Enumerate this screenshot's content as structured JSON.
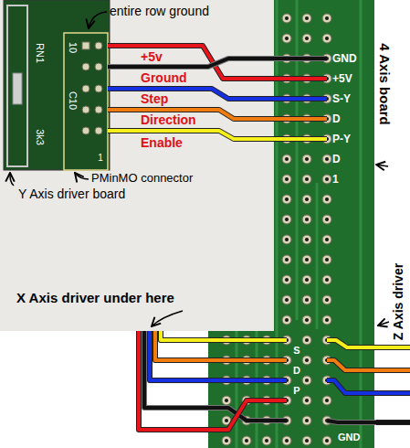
{
  "diagram": {
    "nodes": [
      {
        "text": [
          "Y Axis driver board",
          "RN1",
          "3k3"
        ]
      },
      {
        "text": [
          "PMinMO connector",
          "10",
          "C10",
          "1"
        ],
        "in": 0
      },
      {
        "text": [
          "4 Axis board"
        ]
      },
      {
        "text": [
          "X Axis driver under here"
        ]
      },
      {
        "text": [
          "Z Axis driver"
        ]
      }
    ],
    "edges": [
      {
        "from": 1,
        "to": 2,
        "arrow": "none",
        "label": "+5v"
      },
      {
        "from": 1,
        "to": 2,
        "arrow": "none",
        "label": "Ground"
      },
      {
        "from": 1,
        "to": 2,
        "arrow": "none",
        "label": "Step"
      },
      {
        "from": 1,
        "to": 2,
        "arrow": "none",
        "label": "Direction"
      },
      {
        "from": 1,
        "to": 2,
        "arrow": "none",
        "label": "Enable"
      },
      {
        "from": 3,
        "to": 2,
        "arrow": "none"
      },
      {
        "from": 3,
        "to": 2,
        "arrow": "none"
      },
      {
        "from": 3,
        "to": 2,
        "arrow": "none"
      },
      {
        "from": 3,
        "to": 2,
        "arrow": "none"
      },
      {
        "from": 3,
        "to": 2,
        "arrow": "none"
      },
      {
        "from": 4,
        "to": 2,
        "arrow": "none"
      },
      {
        "from": 4,
        "to": 2,
        "arrow": "none"
      },
      {
        "from": 4,
        "to": 2,
        "arrow": "none"
      },
      {
        "from": 4,
        "to": 2,
        "arrow": "none"
      }
    ],
    "labels": [
      "entire row ground",
      "GND",
      "+5V",
      "S-Y",
      "D",
      "P-Y",
      "D",
      "1",
      "S",
      "D",
      "P",
      "GND"
    ]
  }
}
